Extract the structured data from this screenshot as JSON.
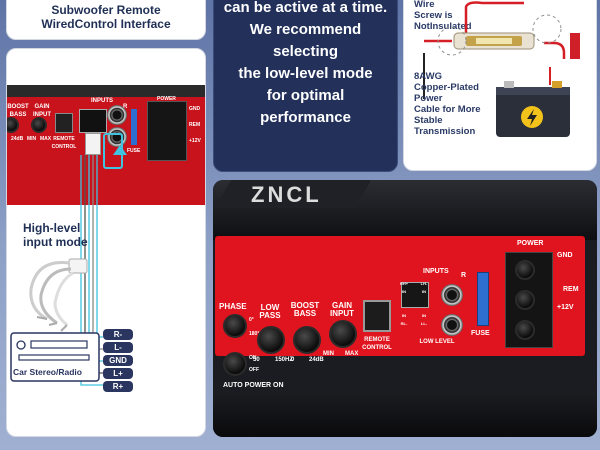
{
  "top_left": {
    "line1": "Subwoofer Remote",
    "line2": "WiredControl Interface"
  },
  "top_middle": {
    "lines": [
      "can be active at a time.",
      "We recommend",
      "selecting",
      "the low-level mode",
      "for optimal",
      "performance"
    ]
  },
  "top_right": {
    "wire_note_lines": [
      "Wire",
      "Screw is",
      "NotInsulated"
    ],
    "cable_note_lines": [
      "8AWG",
      "Copper-Plated",
      "Power",
      "Cable for More",
      "Stable",
      "Transmission"
    ]
  },
  "left_panel": {
    "amp_labels": {
      "boost_bass": "BOOST BASS",
      "gain_input": "GAIN INPUT",
      "remote_control": "REMOTE CONTROL",
      "inputs": "INPUTS",
      "power": "POWER",
      "gnd": "GND",
      "fuse": "FUSE",
      "plus12v": "+12V",
      "rem": "REM",
      "r": "R",
      "min": "MIN",
      "max": "MAX",
      "db": "24dB"
    },
    "high_level_label_line1": "High-level",
    "high_level_label_line2": "input mode",
    "car_stereo_label": "Car Stereo/Radio",
    "wire_tags": [
      "R-",
      "L-",
      "GND",
      "L+",
      "R+"
    ]
  },
  "right_panel": {
    "brand": "ZNCL",
    "phase_label": "PHASE",
    "phase_positions": [
      "0°",
      "180°"
    ],
    "low_pass": "LOW PASS",
    "low_pass_min": "50",
    "low_pass_max": "150HZ",
    "boost_bass": "BOOST BASS",
    "boost_min": "0",
    "boost_max": "24dB",
    "gain_input": "GAIN INPUT",
    "gain_min": "MIN",
    "gain_max": "MAX",
    "remote_control": "REMOTE CONTROL",
    "inputs": "INPUTS",
    "inputs_r": "R",
    "rh_in": "RH+ IN",
    "lh_in": "LH- IN",
    "in_rl": "IN RL-",
    "in_ll": "IN LL-",
    "low_level": "LOW LEVEL",
    "fuse": "FUSE",
    "power": "POWER",
    "gnd": "GND",
    "rem": "REM",
    "plus12v": "+12V",
    "auto_on": "ON",
    "auto_off": "OFF",
    "auto_power_on": "AUTO POWER ON"
  },
  "colors": {
    "background": "#7d91bf",
    "amp_red": "#e0141e",
    "dark_card": "#22305a",
    "text_navy": "#1f2f55",
    "cable_cyan": "#3fc3e0"
  }
}
